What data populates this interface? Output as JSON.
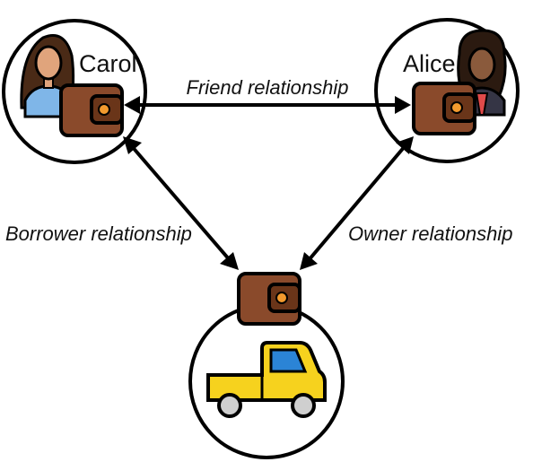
{
  "nodes": {
    "carol": {
      "label": "Carol",
      "icon": "woman-avatar-icon"
    },
    "alice": {
      "label": "Alice",
      "icon": "woman-avatar-icon"
    },
    "vehicle": {
      "icon": "pickup-truck-icon"
    }
  },
  "edges": {
    "friend": {
      "label": "Friend relationship",
      "from": "Carol",
      "to": "Alice",
      "arrows": "both"
    },
    "borrower": {
      "label": "Borrower relationship",
      "from": "Carol",
      "to": "vehicle",
      "arrows": "both"
    },
    "owner": {
      "label": "Owner relationship",
      "from": "Alice",
      "to": "vehicle",
      "arrows": "both"
    }
  },
  "colors": {
    "wallet": "#8a4a2b",
    "wallet_dark": "#5a2c16",
    "wallet_clasp": "#f29a2e",
    "truck_body": "#f6d21e",
    "truck_window": "#2b84d6",
    "stroke": "#000000"
  }
}
